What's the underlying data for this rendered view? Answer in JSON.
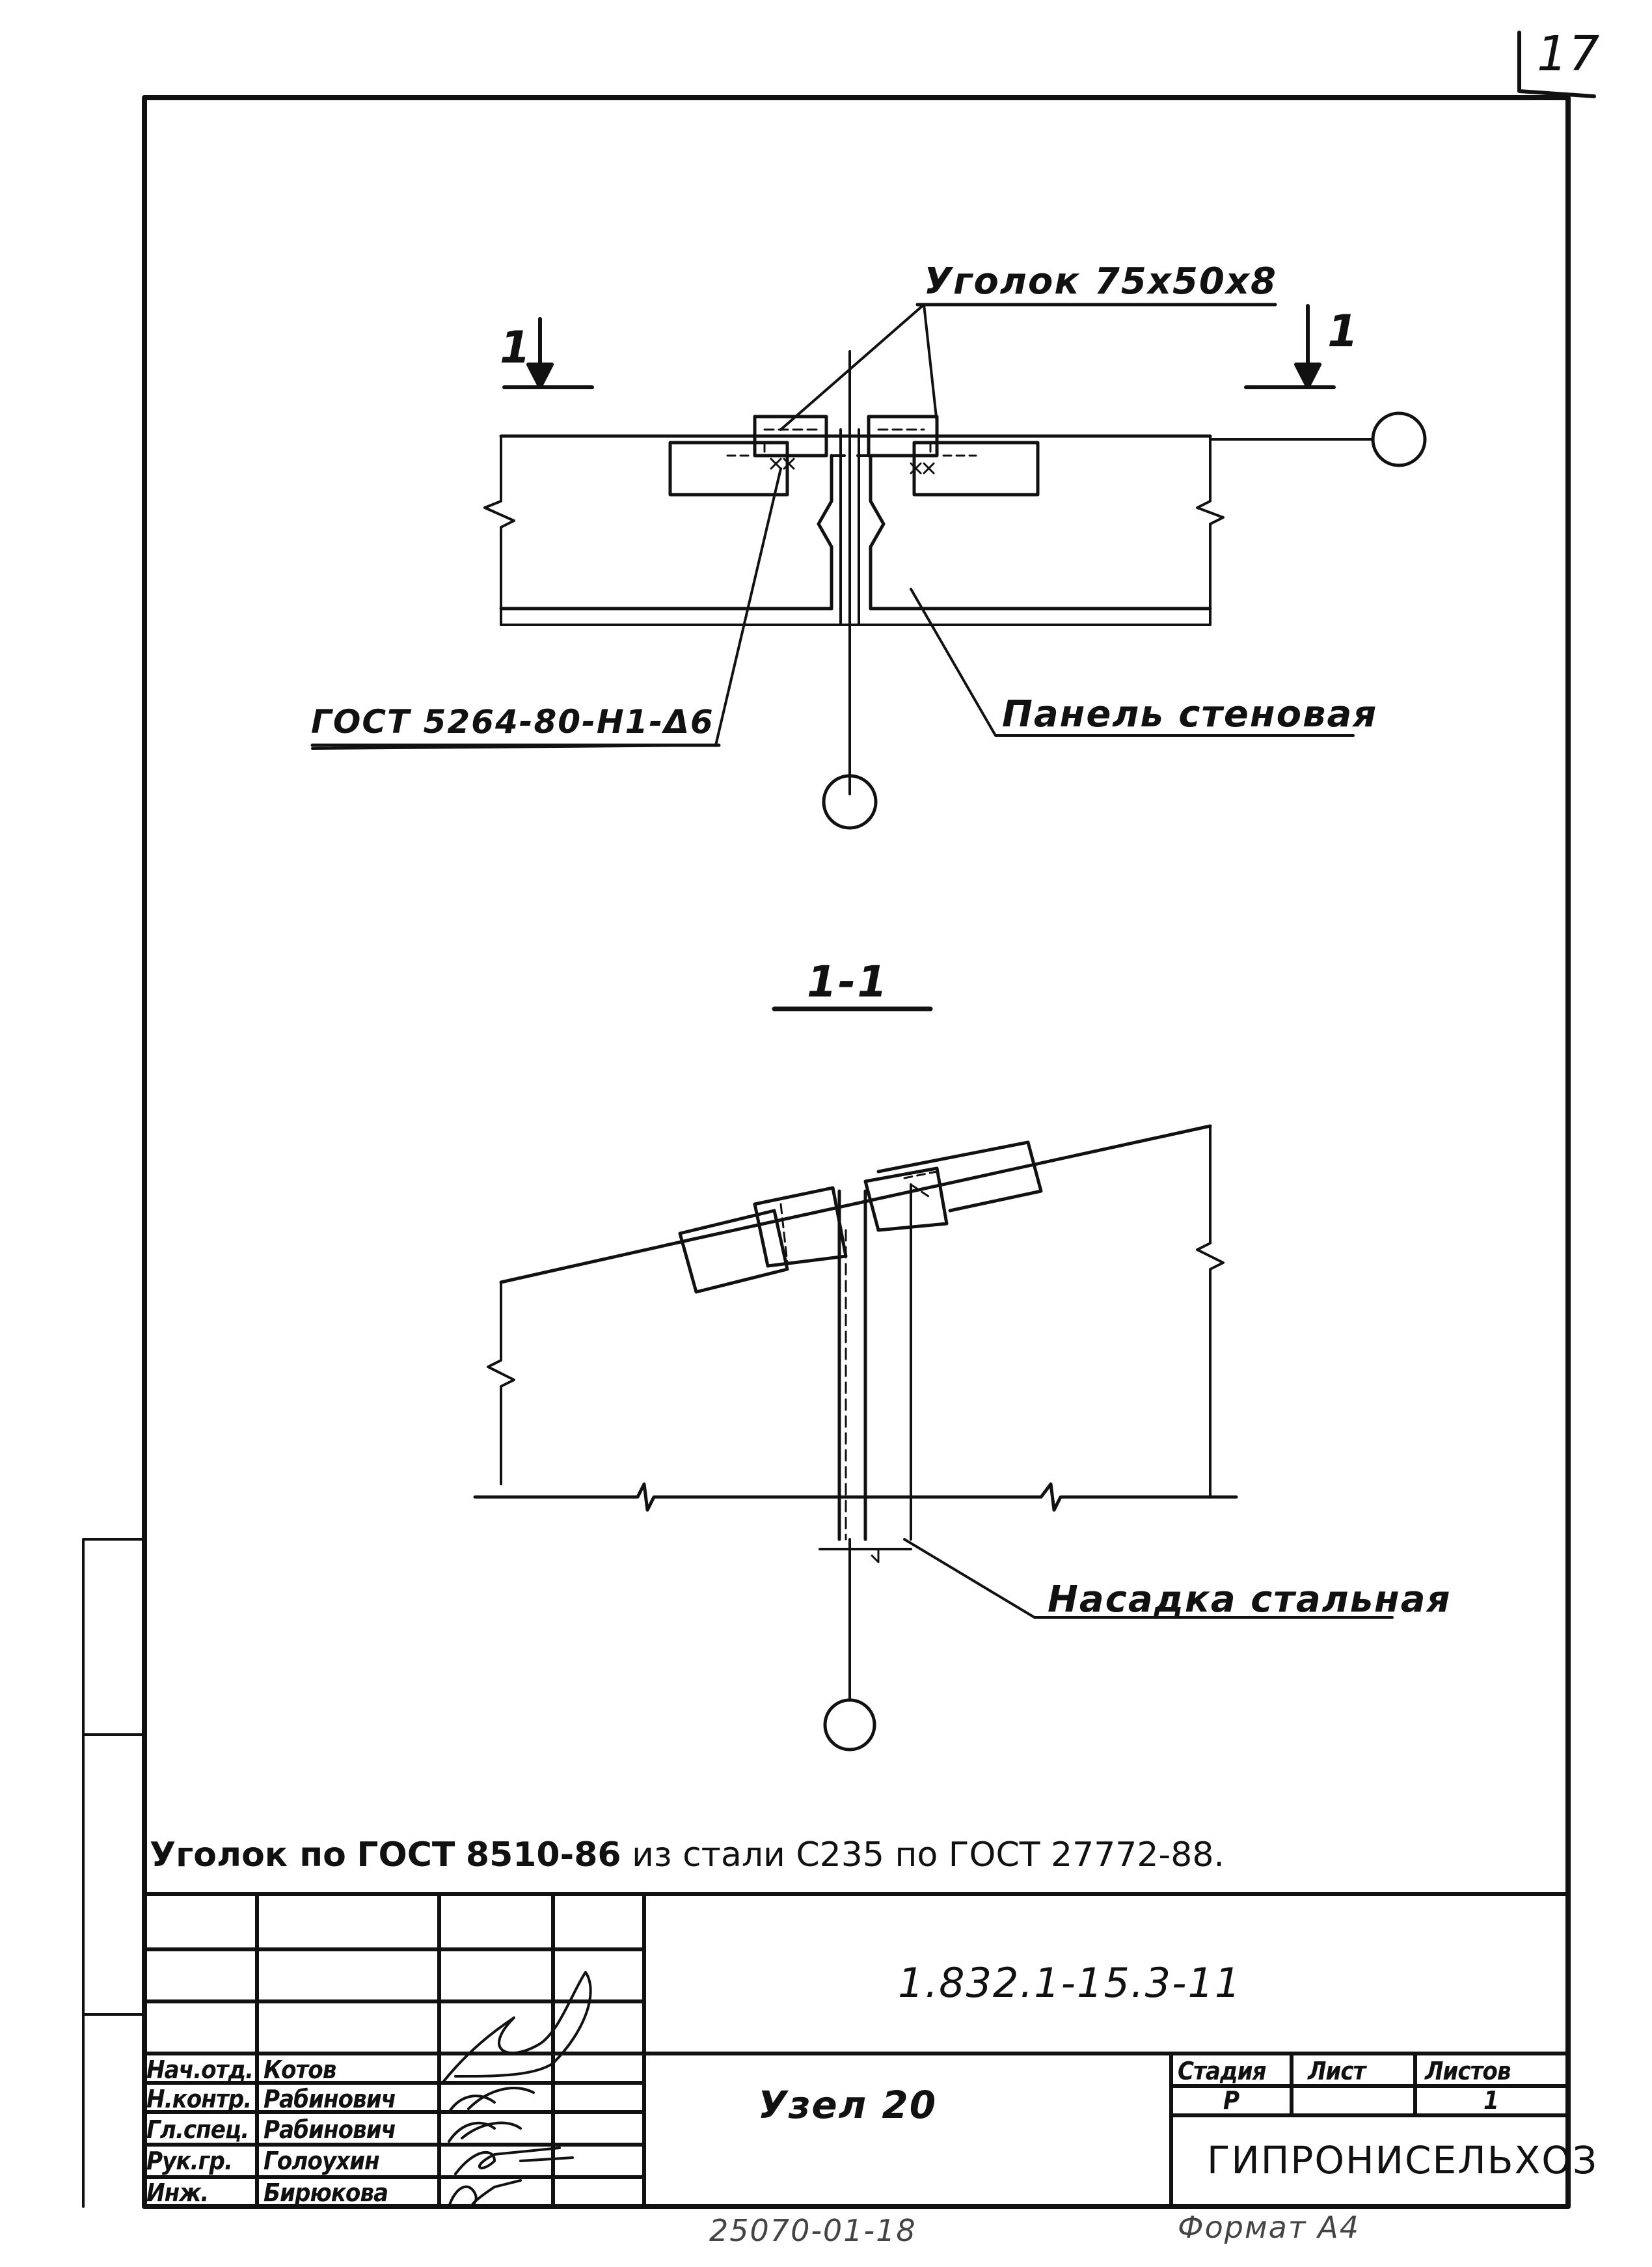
{
  "page_number": "17",
  "plan": {
    "angle_label": "Уголок 75x50x8",
    "section_mark_left": "1",
    "section_mark_right": "1",
    "weld_label": "ГОСТ 5264-80-Н1-Δ6",
    "panel_label": "Панель стеновая"
  },
  "section": {
    "title": "1-1",
    "cap_label": "Насадка стальная"
  },
  "note": {
    "part1": "Уголок по",
    "part2": "ГОСТ",
    "part3": "8510-86",
    "part4": "из стали  С235 по  ГОСТ 27772-88."
  },
  "title_block": {
    "designation": "1.832.1-15.3-11",
    "sheet_name": "Узел 20",
    "organization": "ГИПРОНИСЕЛЬХОЗ",
    "stage_header": "Стадия",
    "sheet_header": "Лист",
    "sheets_header": "Листов",
    "stage_value": "Р",
    "sheets_value": "1",
    "roles": [
      {
        "role": "Нач.отд.",
        "name": "Котов"
      },
      {
        "role": "Н.контр.",
        "name": "Рабинович"
      },
      {
        "role": "Гл.спец.",
        "name": "Рабинович"
      },
      {
        "role": "Рук.гр.",
        "name": "Голоухин"
      },
      {
        "role": "Инж.",
        "name": "Бирюкова"
      }
    ]
  },
  "footer": {
    "inventory": "25070-01-18",
    "format": "Формат А4"
  }
}
